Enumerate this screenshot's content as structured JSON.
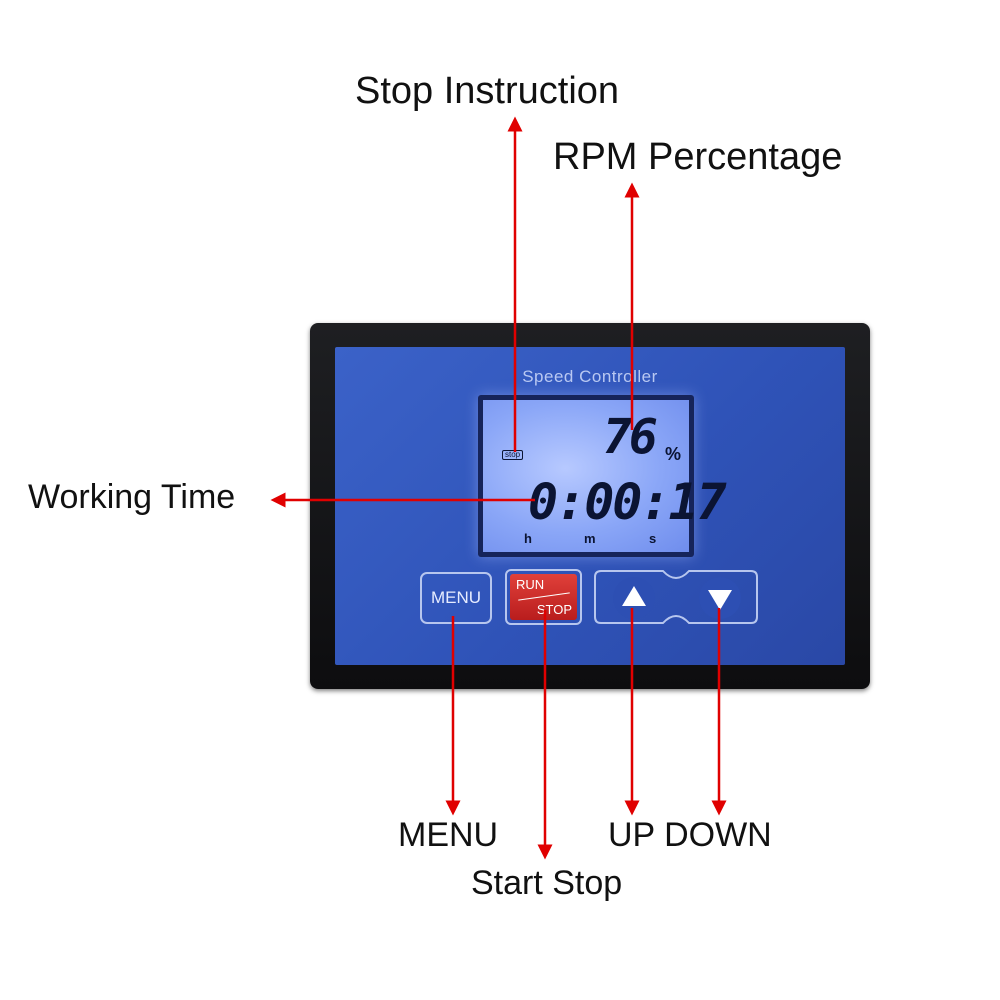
{
  "annotations": {
    "stop_instruction": "Stop Instruction",
    "rpm_percentage": "RPM Percentage",
    "working_time": "Working Time",
    "menu": "MENU",
    "up_down": "UP DOWN",
    "start_stop": "Start Stop"
  },
  "device": {
    "title": "Speed Controller",
    "lcd": {
      "stop_indicator": "stop",
      "rpm_value": "76",
      "rpm_unit": "%",
      "time_value": "0:00:17",
      "time_units": [
        "h",
        "m",
        "s"
      ]
    },
    "buttons": {
      "menu_label": "MENU",
      "run_label": "RUN",
      "stop_label": "STOP",
      "up_icon": "up-triangle-icon",
      "down_icon": "down-triangle-icon"
    }
  },
  "colors": {
    "arrow": "#e00000",
    "panel": "#3358c0",
    "lcd": "#9ab2f8",
    "run_button": "#d23030"
  }
}
